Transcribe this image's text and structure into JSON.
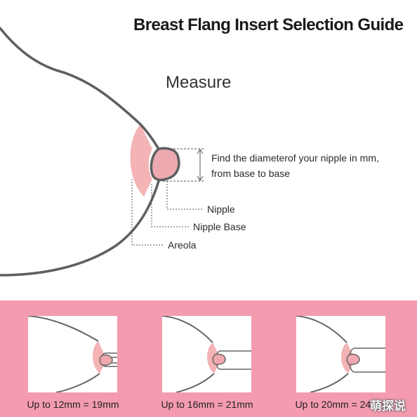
{
  "title": "Breast Flang Insert Selection Guide",
  "heading": "Measure",
  "instruction": {
    "line1": "Find the diameterof your nipple in mm,",
    "line2": "from base to base"
  },
  "labels": {
    "nipple": "Nipple",
    "nipple_base": "Nipple Base",
    "areola": "Areola"
  },
  "size_guide": [
    {
      "caption": "Up to 12mm = 19mm"
    },
    {
      "caption": "Up to 16mm = 21mm"
    },
    {
      "caption": "Up to 20mm = 24mm"
    }
  ],
  "watermark": "萌探说",
  "colors": {
    "band": "#f49bb0",
    "areola": "#f4b3b5",
    "outline": "#5f5f5f"
  }
}
